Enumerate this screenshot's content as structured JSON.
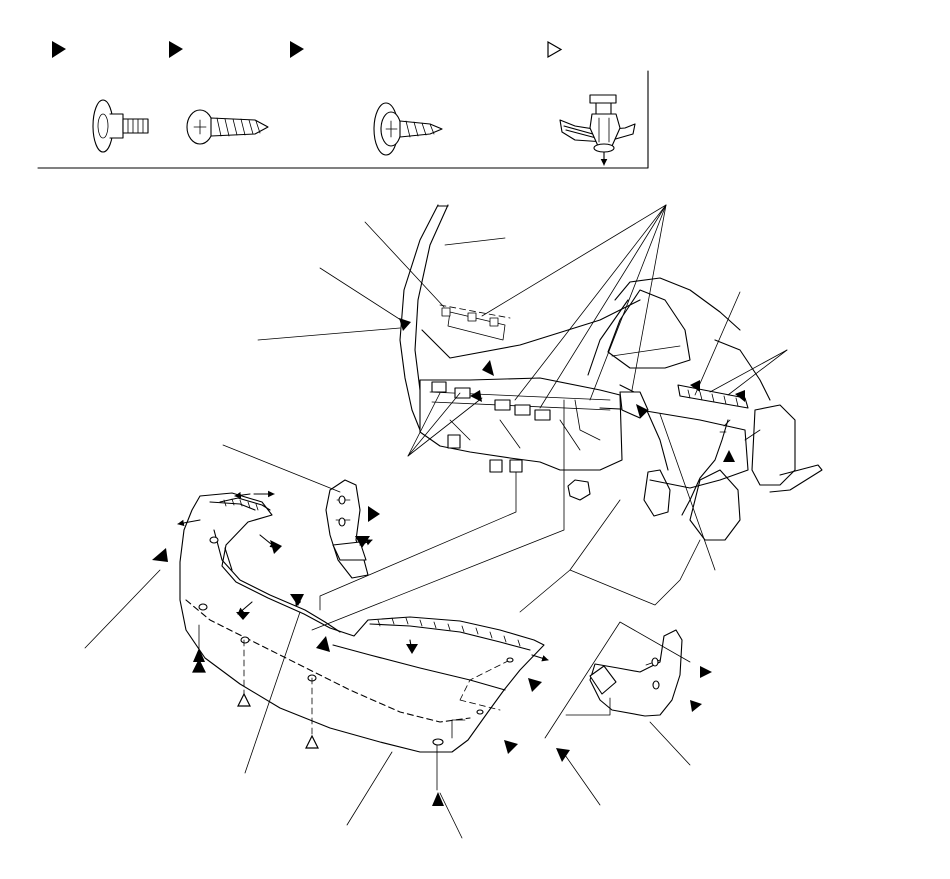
{
  "legend": {
    "fastener_types": [
      {
        "name": "flange-bolt-icon",
        "marker": "filled-triangle"
      },
      {
        "name": "tapping-screw-icon",
        "marker": "filled-triangle"
      },
      {
        "name": "washer-screw-icon",
        "marker": "filled-triangle"
      },
      {
        "name": "clip-icon",
        "marker": "open-triangle"
      }
    ]
  },
  "callouts": {
    "filled_markers": 22,
    "open_markers": 3
  },
  "colors": {
    "line": "#000000",
    "background": "#ffffff"
  }
}
